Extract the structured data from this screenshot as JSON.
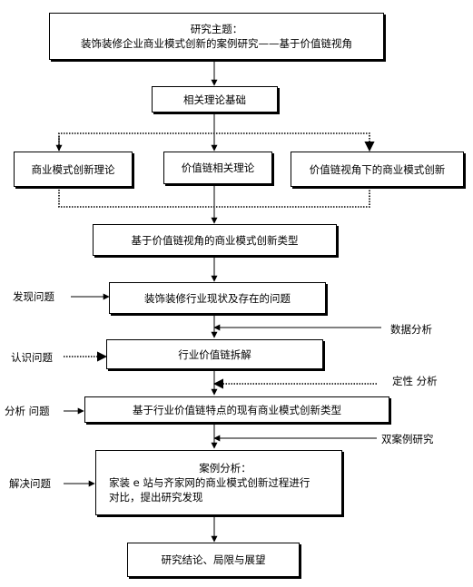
{
  "topic": {
    "line1": "研究主题：",
    "line2": "装饰装修企业商业模式创新的案例研究——基于价值链视角"
  },
  "theory_basis": "相关理论基础",
  "theories": [
    "商业模式创新理论",
    "价值链相关理论",
    "价值链视角下的商业模式创新"
  ],
  "value_chain_types": "基于价值链视角的商业模式创新类型",
  "status_quo": "装饰装修行业现状及存在的问题",
  "decomposition": "行业价值链拆解",
  "existing_types": "基于行业价值链特点的现有商业模式创新类型",
  "case_analysis": {
    "title": "案例分析：",
    "line1": "家装 e 站与齐家网的商业模式创新过程进行",
    "line2": "对比，提出研究发现"
  },
  "conclusion": "研究结论、局限与展望",
  "left_labels": [
    "发现问题",
    "认识问题",
    "分析 问题",
    "解决问题"
  ],
  "right_labels": [
    "数据分析",
    "定性 分析",
    "双案例研究"
  ]
}
